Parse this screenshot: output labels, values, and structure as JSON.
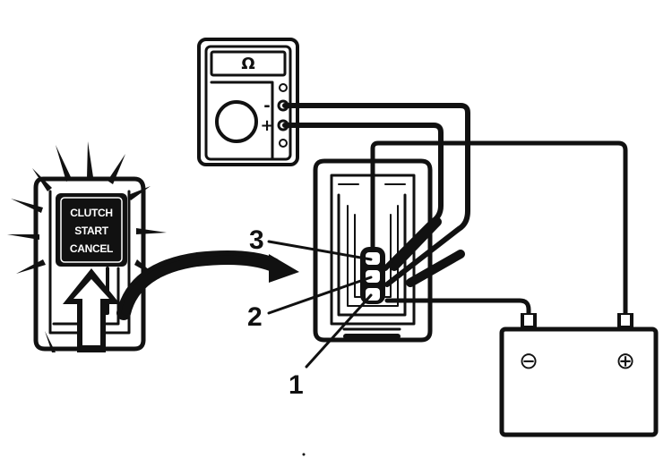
{
  "switch": {
    "line1": "CLUTCH",
    "line2": "START",
    "line3": "CANCEL"
  },
  "multimeter": {
    "symbol": "Ω"
  },
  "battery": {
    "negative": "⊖",
    "positive": "⊕"
  },
  "callouts": {
    "one": "1",
    "two": "2",
    "three": "3"
  },
  "colors": {
    "ink": "#111111",
    "paper": "#ffffff"
  }
}
